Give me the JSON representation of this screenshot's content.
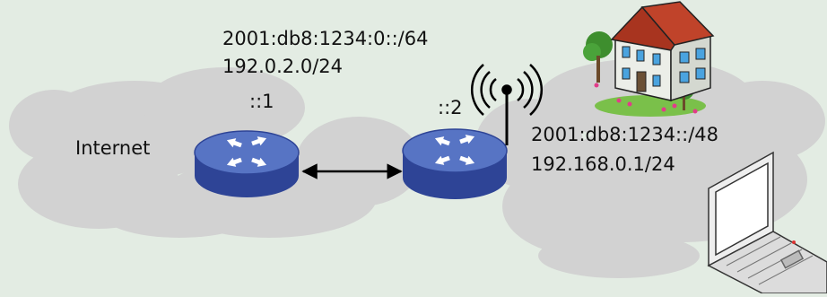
{
  "network": {
    "internet_label": "Internet",
    "upstream": {
      "ipv6_prefix": "2001:db8:1234:0::/64",
      "ipv4_prefix": "192.0.2.0/24"
    },
    "router_isp": {
      "suffix": "::1"
    },
    "router_home": {
      "suffix": "::2"
    },
    "home": {
      "ipv6_prefix": "2001:db8:1234::/48",
      "ipv4_address": "192.168.0.1/24"
    }
  },
  "colors": {
    "background": "#e3ece3",
    "cloud": "#d2d2d2",
    "router_top": "#5774c4",
    "router_side": "#2e4496",
    "arrow": "#ffffff",
    "roof": "#a8341f",
    "window": "#4aa3df"
  },
  "icons": [
    "cloud-icon",
    "router-icon",
    "wifi-antenna-icon",
    "house-icon",
    "laptop-icon",
    "double-arrow-icon"
  ]
}
